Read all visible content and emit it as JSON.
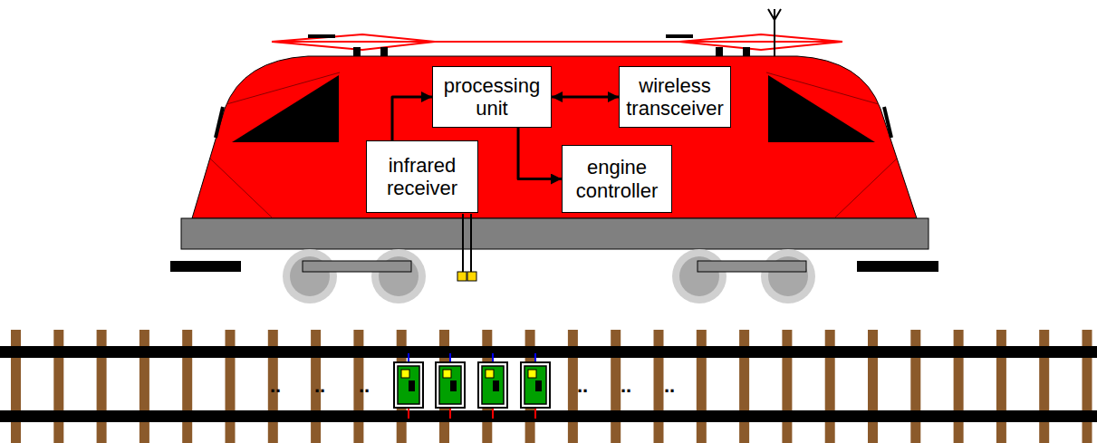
{
  "diagram": {
    "nodes": [
      {
        "text": [
          "processing unit"
        ]
      },
      {
        "text": [
          "wireless transceiver"
        ]
      },
      {
        "text": [
          "infrared receiver"
        ]
      },
      {
        "text": [
          "engine controller"
        ]
      }
    ],
    "edges": [
      {
        "from": 2,
        "to": 0,
        "arrow": "to"
      },
      {
        "from": 0,
        "to": 1,
        "arrow": "both"
      },
      {
        "from": 0,
        "to": 3,
        "arrow": "to"
      }
    ],
    "labels": [
      "..",
      "..",
      "..",
      "..",
      "..",
      ".."
    ]
  }
}
